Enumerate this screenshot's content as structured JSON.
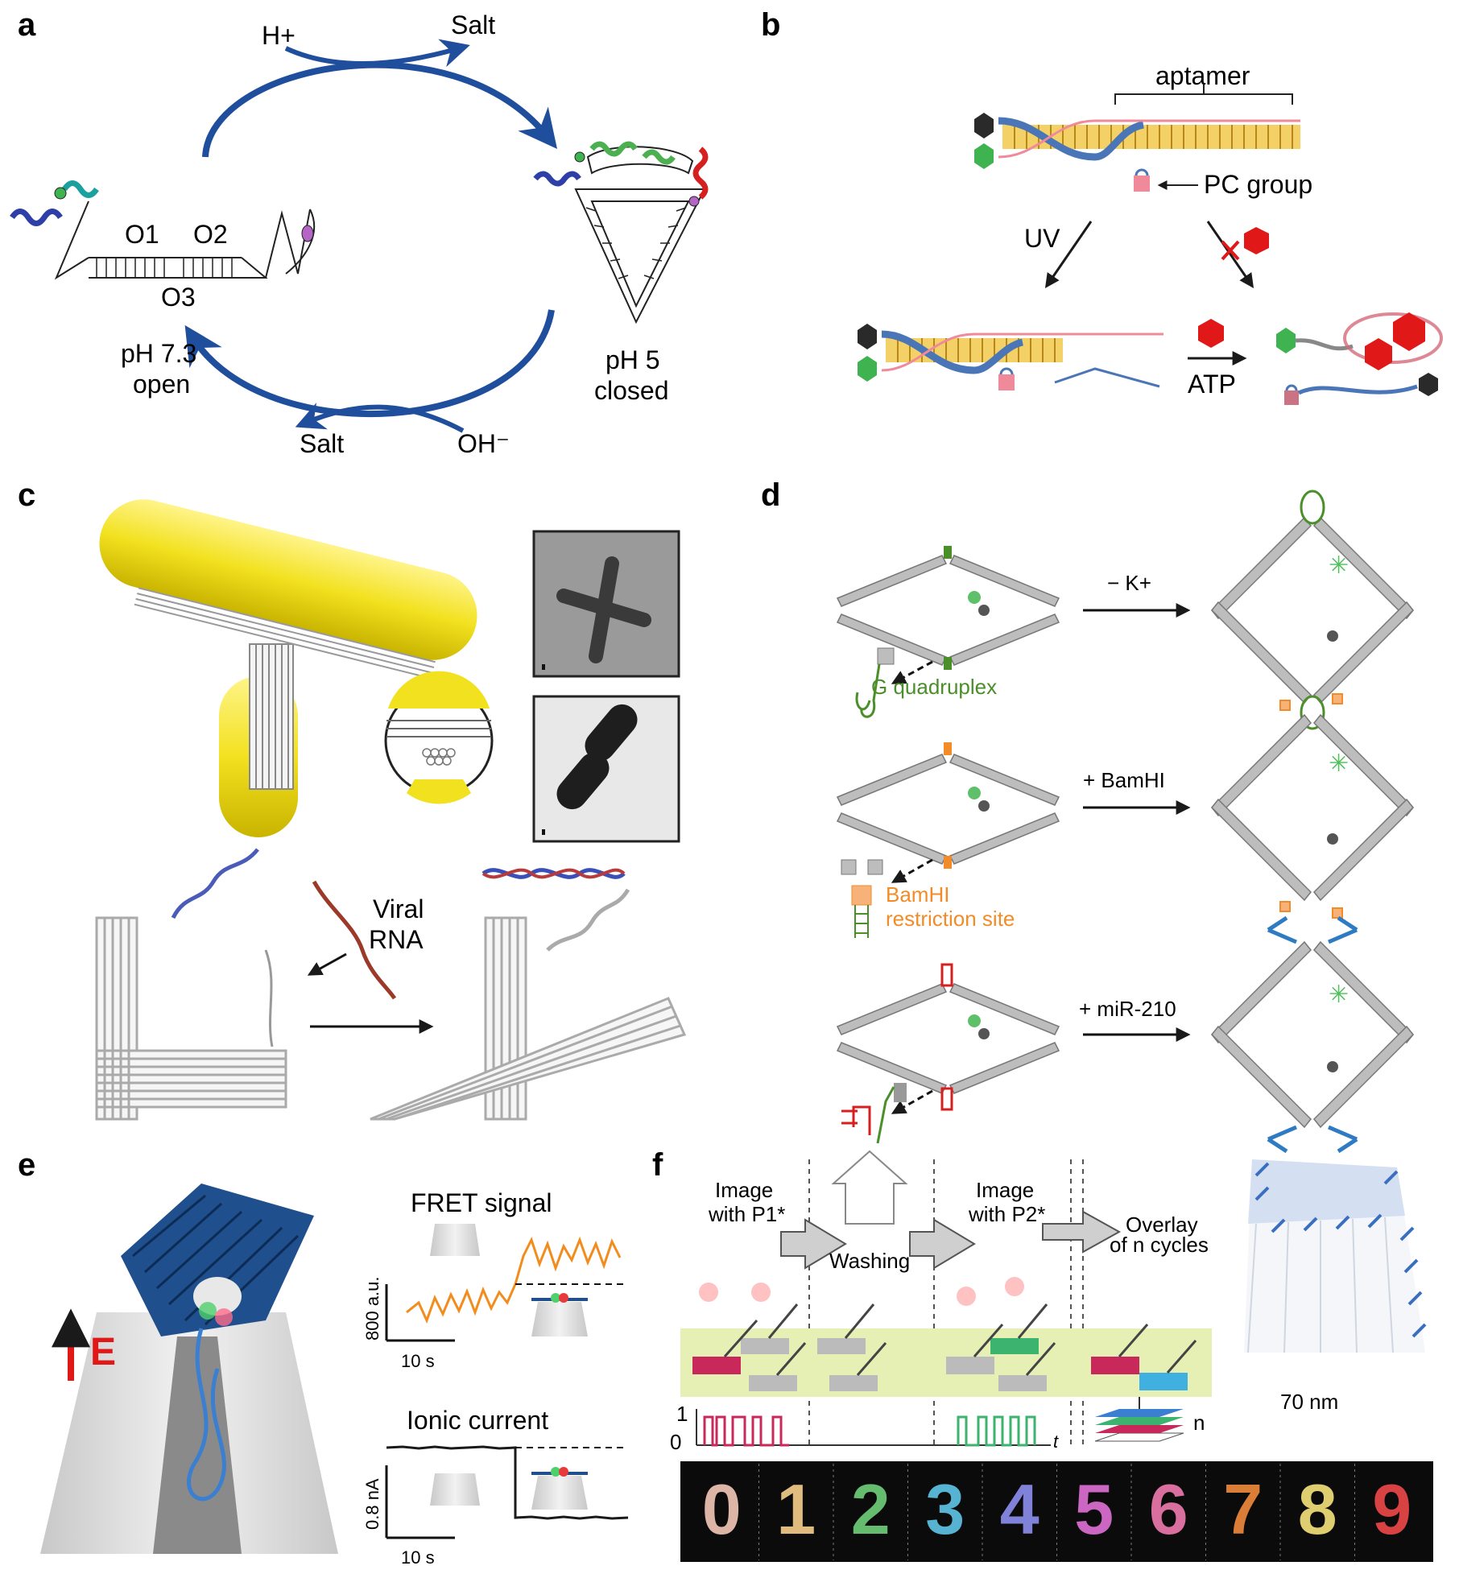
{
  "panels": {
    "a": {
      "letter": "a",
      "h_plus": "H+",
      "salt_top": "Salt",
      "o1": "O1",
      "o2": "O2",
      "o3": "O3",
      "ph_open_1": "pH 7.3",
      "ph_open_2": "open",
      "ph_closed_1": "pH 5",
      "ph_closed_2": "closed",
      "salt_bottom": "Salt",
      "oh": "OH⁻",
      "colors": {
        "arrow": "#1f4e9c",
        "blue_strand": "#2f3fa8",
        "teal_strand": "#1ba0a0",
        "green_strand": "#4caf50",
        "red_strand": "#d62020"
      }
    },
    "b": {
      "letter": "b",
      "aptamer": "aptamer",
      "pc_group": "PC group",
      "uv": "UV",
      "atp": "ATP",
      "colors": {
        "helix_yellow": "#f2c94c",
        "helix_blue": "#4a76b8",
        "pink": "#f08a9a",
        "atp_red": "#e01818",
        "green": "#3fb34f",
        "black": "#2a2a2a"
      }
    },
    "c": {
      "letter": "c",
      "viral_rna_1": "Viral",
      "viral_rna_2": "RNA",
      "colors": {
        "gold": "#f2e11f",
        "gray": "#c9c9c9"
      }
    },
    "d": {
      "letter": "d",
      "minus_k": "− K+",
      "g_quadruplex": "G quadruplex",
      "plus_bamhi": "+ BamHI",
      "bamhi_1": "BamHI",
      "bamhi_2": "restriction site",
      "plus_mir": "+ miR-210",
      "colors": {
        "beam": "#bdbdbd",
        "green": "#4a8f2a",
        "orange": "#f28c28",
        "red": "#d62020",
        "blue": "#2e7bc4"
      }
    },
    "e": {
      "letter": "e",
      "field": "E",
      "fret_title": "FRET signal",
      "fret_scale_y": "800 a.u.",
      "fret_scale_x": "10 s",
      "ionic_title": "Ionic current",
      "ionic_scale_y": "0.8 nA",
      "ionic_scale_x": "10 s",
      "colors": {
        "origami": "#1f4f8c",
        "fret": "#f28c1c",
        "field": "#e01818"
      }
    },
    "f": {
      "letter": "f",
      "image_p1_1": "Image",
      "image_p1_2": "with P1*",
      "washing": "Washing",
      "image_p2_1": "Image",
      "image_p2_2": "with P2*",
      "overlay_1": "Overlay",
      "overlay_2": "of n cycles",
      "y1": "1",
      "y0": "0",
      "t": "t",
      "n": "n",
      "scale": "70 nm",
      "digits": [
        "0",
        "1",
        "2",
        "3",
        "4",
        "5",
        "6",
        "7",
        "8",
        "9"
      ],
      "digit_colors": [
        "#f4c8b8",
        "#f7d08a",
        "#6fd07a",
        "#5fc7e8",
        "#8d8ff0",
        "#e070d8",
        "#f07ab0",
        "#f08a3c",
        "#f7e47a",
        "#f04848"
      ],
      "colors": {
        "band": "#e6efb4",
        "trace_red": "#c8285a",
        "trace_green": "#3cb36e"
      }
    }
  }
}
